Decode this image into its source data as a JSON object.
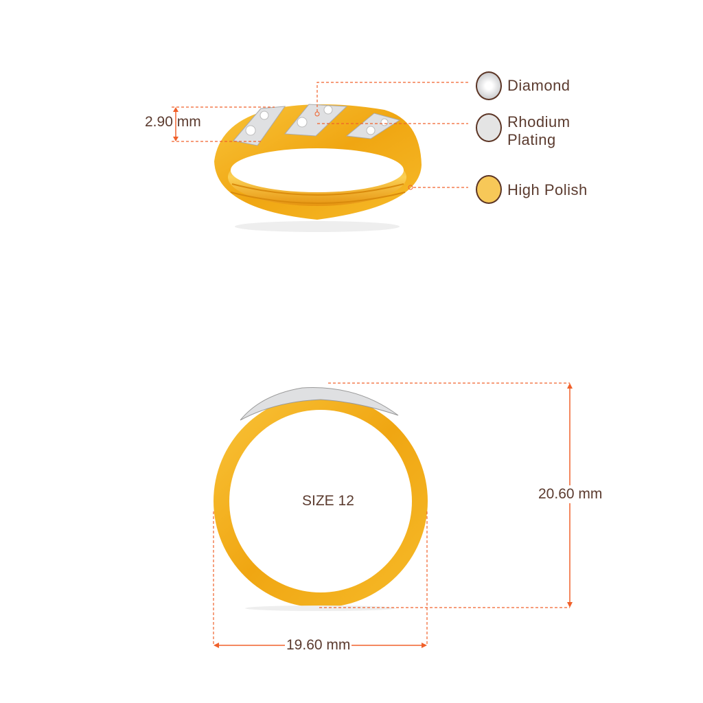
{
  "dimensions": {
    "band_width": "2.90 mm",
    "height": "20.60 mm",
    "width": "19.60 mm",
    "size": "SIZE 12"
  },
  "legend": [
    {
      "label": "Diamond",
      "color": "#e8e8e8"
    },
    {
      "label": "Rhodium Plating",
      "line1": "Rhodium",
      "line2": "Plating",
      "color": "#e4e4e4"
    },
    {
      "label": "High Polish",
      "color": "#f7c858"
    }
  ],
  "colors": {
    "accent": "#f0602a",
    "text": "#5b3b2f",
    "gold": "#f5b51e"
  }
}
